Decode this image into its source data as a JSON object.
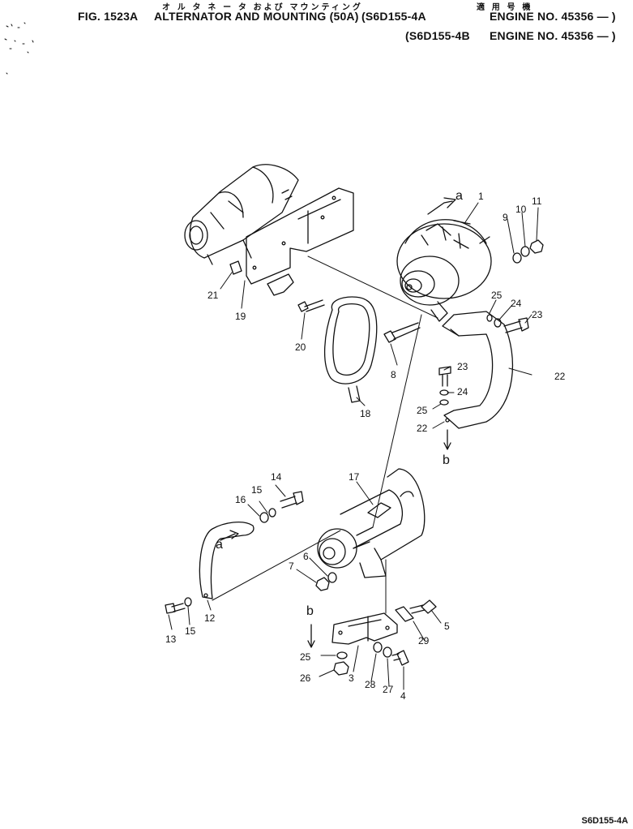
{
  "header": {
    "jp_title": "オ ル タ ネ ー タ および マウンティング",
    "jp_applicable": "適 用 号 機",
    "line1_fig": "FIG. 1523A",
    "line1_title": "ALTERNATOR AND MOUNTING (50A)",
    "line1_model": "(S6D155-4A",
    "line1_engine": "ENGINE NO. 45356 — )",
    "line2_model": "(S6D155-4B",
    "line2_engine": "ENGINE NO. 45356 — )"
  },
  "callouts": {
    "p1": "1",
    "p3": "3",
    "p4": "4",
    "p5": "5",
    "p6": "6",
    "p7": "7",
    "p8": "8",
    "p9": "9",
    "p10": "10",
    "p11": "11",
    "p12": "12",
    "p13": "13",
    "p14": "14",
    "p15a": "15",
    "p15b": "15",
    "p16": "16",
    "p17": "17",
    "p18": "18",
    "p19": "19",
    "p20": "20",
    "p21": "21",
    "p22a": "22",
    "p22b": "22",
    "p23a": "23",
    "p23b": "23",
    "p24a": "24",
    "p24b": "24",
    "p25a": "25",
    "p25b": "25",
    "p25c": "25",
    "p26": "26",
    "p27": "27",
    "p28": "28",
    "p29": "29"
  },
  "refs": {
    "a_top": "a",
    "a_bottom": "a",
    "b_top": "b",
    "b_bottom": "b"
  },
  "footer": {
    "code": "S6D155-4A"
  }
}
